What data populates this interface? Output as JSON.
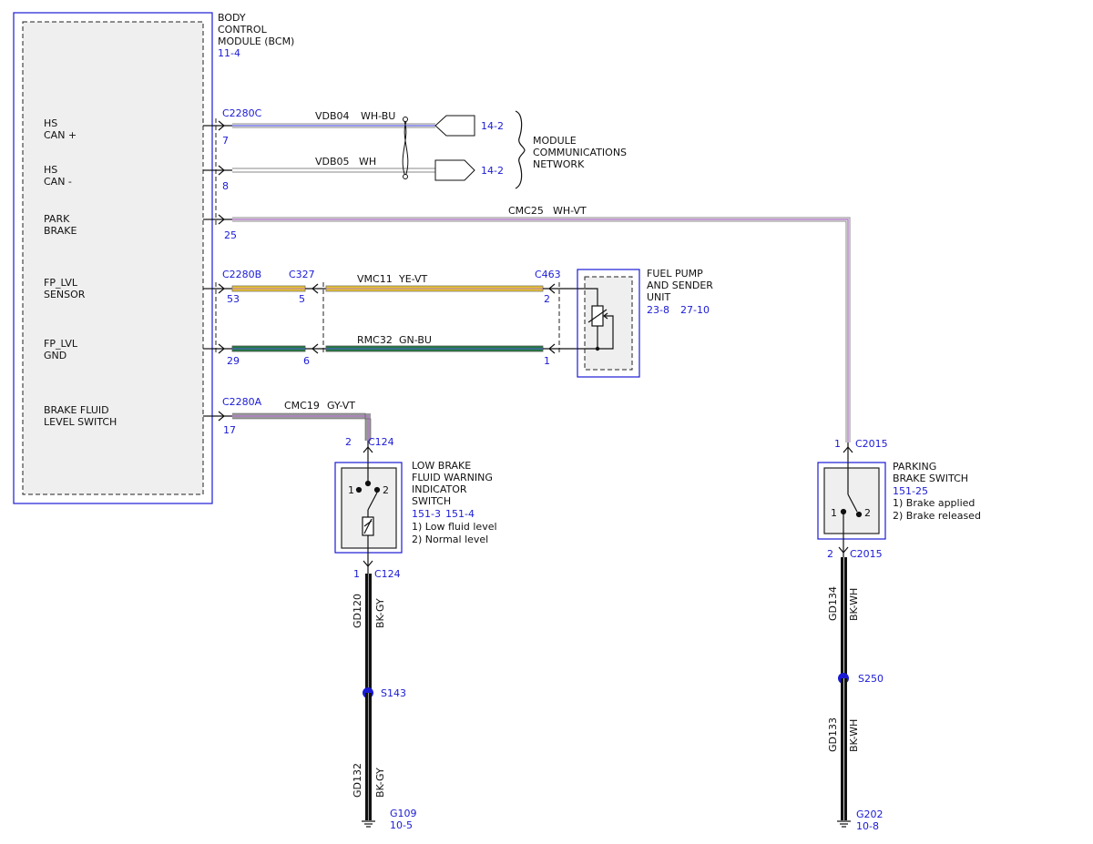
{
  "bcm": {
    "title_lines": [
      "BODY",
      "CONTROL",
      "MODULE (BCM)"
    ],
    "ref": "11-4",
    "pins": [
      {
        "lines": [
          "HS",
          "CAN +"
        ]
      },
      {
        "lines": [
          "HS",
          "CAN -"
        ]
      },
      {
        "lines": [
          "PARK",
          "BRAKE"
        ]
      },
      {
        "lines": [
          "FP_LVL",
          "SENSOR"
        ]
      },
      {
        "lines": [
          "FP_LVL",
          "GND"
        ]
      },
      {
        "lines": [
          "BRAKE FLUID",
          "LEVEL SWITCH"
        ]
      }
    ]
  },
  "connectors": {
    "c2280c": "C2280C",
    "c2280b": "C2280B",
    "c2280a": "C2280A",
    "c327": "C327",
    "c463": "C463",
    "c124_top": "C124",
    "c124_bottom": "C124",
    "c2015_top": "C2015",
    "c2015_bottom": "C2015"
  },
  "pin_numbers": {
    "hs_can_plus": "7",
    "hs_can_minus": "8",
    "park_brake": "25",
    "fp_sensor": "53",
    "fp_gnd": "29",
    "brake_fluid": "17",
    "c327_sensor": "5",
    "c327_gnd": "6",
    "c463_sensor": "2",
    "c463_gnd": "1",
    "c124_top": "2",
    "c124_bottom": "1",
    "c2015_top": "1",
    "c2015_bottom": "2",
    "lbf_switch_left": "1",
    "lbf_switch_right": "2",
    "pbs_switch_left": "1",
    "pbs_switch_right": "2"
  },
  "wires": {
    "vdb04": {
      "circuit": "VDB04",
      "color": "WH-BU"
    },
    "vdb05": {
      "circuit": "VDB05",
      "color": "WH"
    },
    "cmc25": {
      "circuit": "CMC25",
      "color": "WH-VT"
    },
    "vmc11": {
      "circuit": "VMC11",
      "color": "YE-VT"
    },
    "rmc32": {
      "circuit": "RMC32",
      "color": "GN-BU"
    },
    "cmc19": {
      "circuit": "CMC19",
      "color": "GY-VT"
    },
    "gd120": {
      "circuit": "GD120",
      "color": "BK-GY"
    },
    "gd132": {
      "circuit": "GD132",
      "color": "BK-GY"
    },
    "gd134": {
      "circuit": "GD134",
      "color": "BK-WH"
    },
    "gd133": {
      "circuit": "GD133",
      "color": "BK-WH"
    }
  },
  "network": {
    "ref_plus": "14-2",
    "ref_minus": "14-2",
    "label_lines": [
      "MODULE",
      "COMMUNICATIONS",
      "NETWORK"
    ]
  },
  "fuel_pump": {
    "label_lines": [
      "FUEL PUMP",
      "AND SENDER",
      "UNIT"
    ],
    "ref1": "23-8",
    "ref2": "27-10"
  },
  "lbf_switch": {
    "label_lines": [
      "LOW BRAKE",
      "FLUID WARNING",
      "INDICATOR",
      "SWITCH"
    ],
    "ref1": "151-3",
    "ref2": "151-4",
    "states": [
      "1) Low fluid level",
      "2) Normal level"
    ]
  },
  "pbs_switch": {
    "label_lines": [
      "PARKING",
      "BRAKE SWITCH"
    ],
    "ref": "151-25",
    "states": [
      "1) Brake applied",
      "2) Brake released"
    ]
  },
  "splices": {
    "s143": "S143",
    "s250": "S250"
  },
  "grounds": {
    "g109": {
      "id": "G109",
      "ref": "10-5"
    },
    "g202": {
      "id": "G202",
      "ref": "10-8"
    }
  },
  "colors": {
    "bcm_fill": "#efefef",
    "outline_blue": "#1a1ad6",
    "yellow": "#e8c22a",
    "green": "#1e7a3e",
    "violet": "#b07cc6",
    "grey": "#9a9a9a",
    "blue_band": "#5a5adf",
    "black": "#111111"
  }
}
